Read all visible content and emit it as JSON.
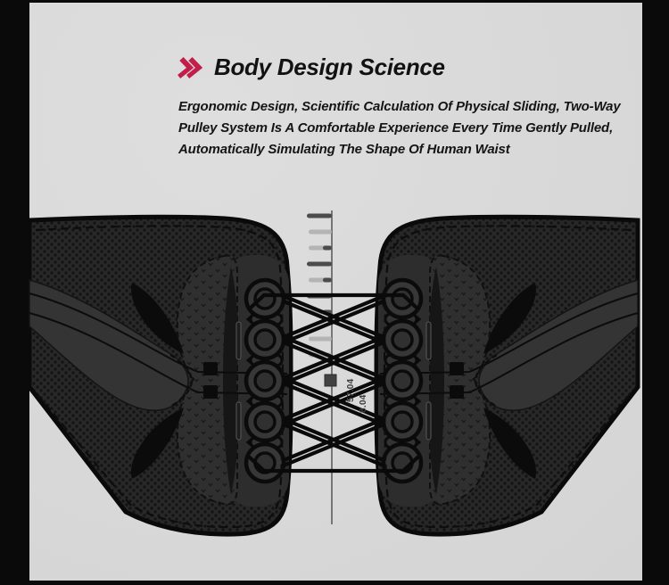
{
  "header": {
    "chevron": "double-chevron-right",
    "title": "Body Design Science"
  },
  "description": "Ergonomic Design, Scientific Calculation Of Physical Sliding, Two-Way Pulley System Is A Comfortable Experience Every Time Gently Pulled, Automatically Simulating The Shape Of Human Waist",
  "measurements": {
    "primary": "57.04",
    "secondary": "8.04"
  },
  "colors": {
    "accent_red": "#c21e4a",
    "background_black": "#0a0a0a",
    "panel_gray": "#d9d9d9",
    "belt_dark": "#2b2b2b"
  }
}
